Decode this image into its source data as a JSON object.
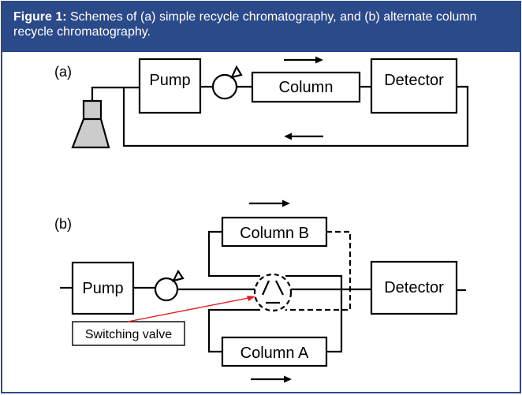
{
  "caption": {
    "lead": "Figure 1:",
    "text": " Schemes of (a) simple recycle chromatography, and (b) alternate column recycle chromatography."
  },
  "scheme_a": {
    "label": "(a)",
    "pump": "Pump",
    "column": "Column",
    "detector": "Detector"
  },
  "scheme_b": {
    "label": "(b)",
    "pump": "Pump",
    "column_b": "Column B",
    "column_a": "Column A",
    "detector": "Detector",
    "valve_callout": "Switching valve"
  },
  "colors": {
    "caption_background": "#2b4a8a",
    "reservoir_fill": "#cccccc",
    "callout_line": "#e02020",
    "line": "#000000"
  },
  "icons": [
    "reservoir-flask-icon",
    "injector-icon",
    "flow-arrow-icon",
    "switching-valve-icon"
  ]
}
